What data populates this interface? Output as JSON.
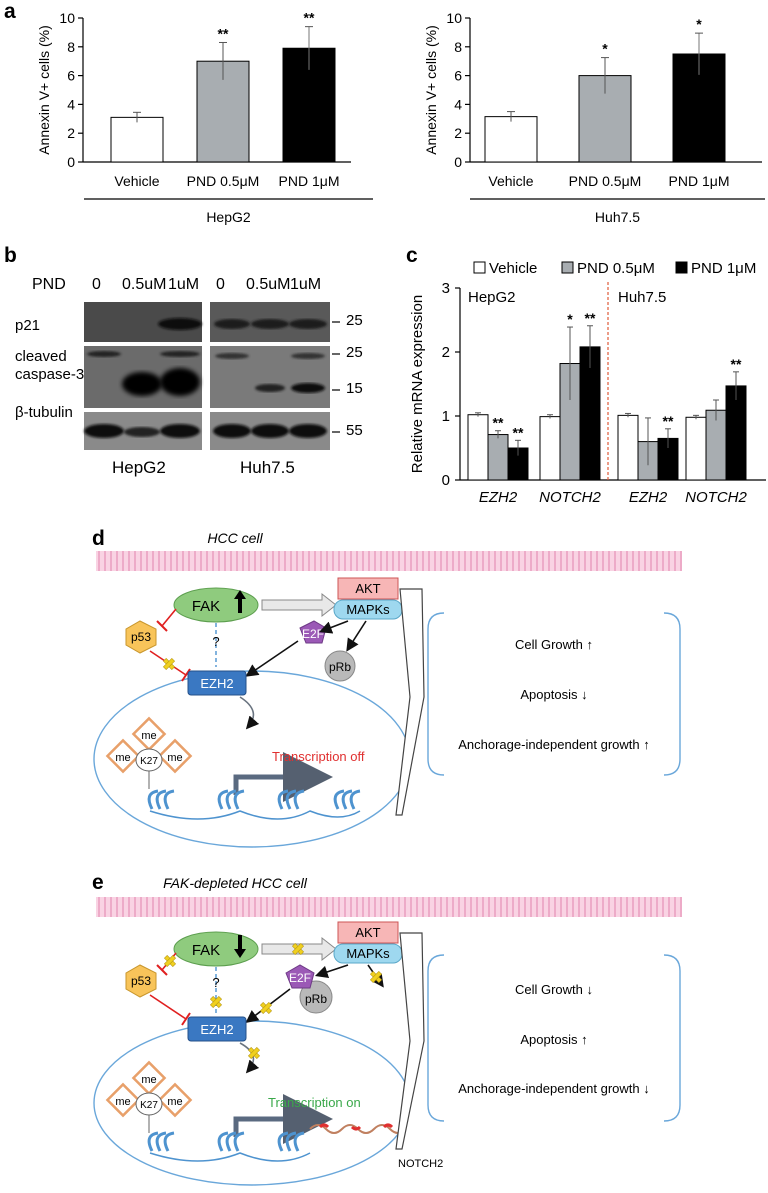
{
  "panels": {
    "a": "a",
    "b": "b",
    "c": "c",
    "d": "d",
    "e": "e"
  },
  "chart_data": [
    {
      "type": "bar",
      "panel": "a-left",
      "ylabel": "Annexin V+ cells (%)",
      "group_label": "HepG2",
      "ylim": [
        0,
        10
      ],
      "yticks": [
        "0",
        "2",
        "4",
        "6",
        "8",
        "10"
      ],
      "categories": [
        "Vehicle",
        "PND 0.5μM",
        "PND 1μM"
      ],
      "values": [
        3.1,
        7.0,
        7.9
      ],
      "errors": [
        0.35,
        1.3,
        1.5
      ],
      "significance": [
        "",
        "**",
        "**"
      ],
      "colors": [
        "#ffffff",
        "#a8adb1",
        "#000000"
      ]
    },
    {
      "type": "bar",
      "panel": "a-right",
      "ylabel": "Annexin V+ cells (%)",
      "group_label": "Huh7.5",
      "ylim": [
        0,
        10
      ],
      "yticks": [
        "0",
        "2",
        "4",
        "6",
        "8",
        "10"
      ],
      "categories": [
        "Vehicle",
        "PND 0.5μM",
        "PND 1μM"
      ],
      "values": [
        3.15,
        6.0,
        7.5
      ],
      "errors": [
        0.35,
        1.25,
        1.45
      ],
      "significance": [
        "",
        "*",
        "*"
      ],
      "colors": [
        "#ffffff",
        "#a8adb1",
        "#000000"
      ]
    },
    {
      "type": "bar",
      "panel": "c",
      "ylabel": "Relative mRNA expression",
      "ylim": [
        0,
        3
      ],
      "yticks": [
        "0",
        "1",
        "2",
        "3"
      ],
      "legend": [
        "Vehicle",
        "PND 0.5μM",
        "PND 1μM"
      ],
      "colors": [
        "#ffffff",
        "#a8adb1",
        "#000000"
      ],
      "cell_lines": [
        "HepG2",
        "Huh7.5"
      ],
      "groups": [
        {
          "label": "EZH2",
          "values": [
            1.02,
            0.71,
            0.5
          ],
          "errors": [
            0.03,
            0.06,
            0.12
          ],
          "significance": [
            "",
            "**",
            "**"
          ]
        },
        {
          "label": "NOTCH2",
          "values": [
            0.99,
            1.82,
            2.08
          ],
          "errors": [
            0.03,
            0.57,
            0.33
          ],
          "significance": [
            "",
            "*",
            "**"
          ]
        },
        {
          "label": "EZH2",
          "values": [
            1.01,
            0.6,
            0.65
          ],
          "errors": [
            0.03,
            0.37,
            0.15
          ],
          "significance": [
            "",
            "",
            "**"
          ]
        },
        {
          "label": "NOTCH2",
          "values": [
            0.98,
            1.09,
            1.47
          ],
          "errors": [
            0.03,
            0.16,
            0.22
          ],
          "significance": [
            "",
            "",
            "**"
          ]
        }
      ]
    }
  ],
  "blot": {
    "treatment_label": "PND",
    "lanes": [
      "0",
      "0.5uM",
      "1uM",
      "0",
      "0.5uM",
      "1uM"
    ],
    "rows": [
      "p21",
      "cleaved\ncaspase-3",
      "β-tubulin"
    ],
    "row1_label": "p21",
    "row2_label_line1": "cleaved",
    "row2_label_line2": "caspase-3",
    "row3_label": "β-tubulin",
    "markers": {
      "m25a": "25",
      "m25b": "25",
      "m15": "15",
      "m55": "55"
    },
    "cell_lines": [
      "HepG2",
      "Huh7.5"
    ]
  },
  "diagram_d": {
    "title": "HCC cell",
    "fak": "FAK",
    "akt": "AKT",
    "mapks": "MAPKs",
    "p53": "p53",
    "e2f": "E2F",
    "prb": "pRb",
    "ezh2": "EZH2",
    "question": "?",
    "me": "me",
    "k27": "K27",
    "transcription": "Transcription off",
    "outcomes": [
      "Cell Growth ↑",
      "Apoptosis ↓",
      "Anchorage-independent growth ↑"
    ]
  },
  "diagram_e": {
    "title": "FAK-depleted HCC cell",
    "fak": "FAK",
    "akt": "AKT",
    "mapks": "MAPKs",
    "p53": "p53",
    "e2f": "E2F",
    "prb": "pRb",
    "ezh2": "EZH2",
    "question": "?",
    "me": "me",
    "k27": "K27",
    "transcription": "Transcription on",
    "notch2": "NOTCH2",
    "outcomes": [
      "Cell Growth ↓",
      "Apoptosis ↑",
      "Anchorage-independent growth ↓"
    ]
  },
  "colors": {
    "membrane": "#f4bfd6",
    "fak": "#8fcb7e",
    "akt": "#f7b6b6",
    "mapks": "#9ed8ef",
    "p53": "#f8c45a",
    "e2f": "#9b59b6",
    "prb": "#b9b9b9",
    "ezh2": "#3a78c2",
    "nucleus": "#4e93cf",
    "inhibit": "#e02020",
    "off": "#e03030",
    "on": "#3aa84a",
    "cross": "#f0d020"
  }
}
